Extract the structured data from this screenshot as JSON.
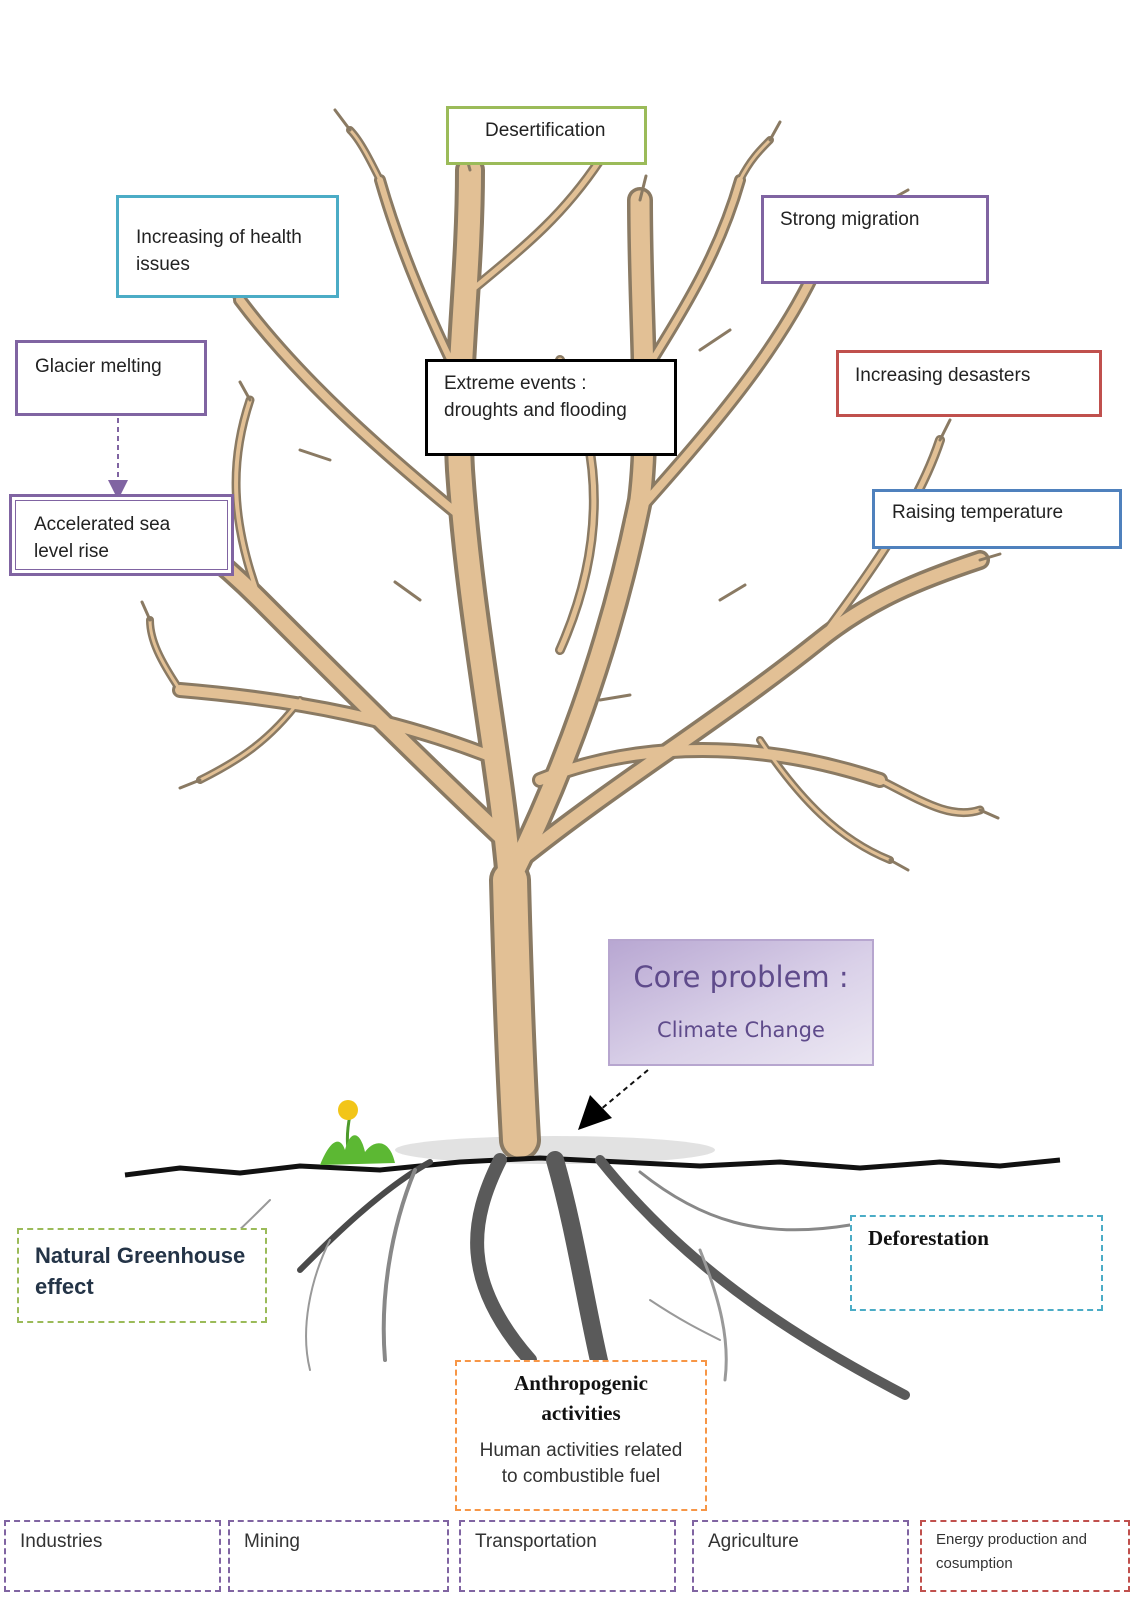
{
  "colors": {
    "green": "#9bbb59",
    "aqua": "#4bacc6",
    "purple": "#8064a2",
    "red": "#c0504d",
    "blue": "#4f81bd",
    "orange": "#f79646",
    "black": "#000000",
    "trunk": "#e2c095",
    "branch_outline": "#8a7a63",
    "root": "#555555"
  },
  "effects": {
    "desertification": "Desertification",
    "health": [
      "Increasing of health",
      "issues"
    ],
    "migration": "Strong migration",
    "glacier": "Glacier melting",
    "extreme": [
      "Extreme events :",
      "droughts and flooding"
    ],
    "disasters": "Increasing desasters",
    "temperature": "Raising temperature",
    "sea_level": [
      "Accelerated sea",
      "level rise"
    ]
  },
  "core_problem": {
    "title": "Core problem :",
    "subtitle": "Climate Change"
  },
  "causes": {
    "natural": [
      "Natural Greenhouse",
      "effect"
    ],
    "deforestation": "Deforestation",
    "anthropogenic": {
      "title": [
        "Anthropogenic",
        "activities"
      ],
      "subtitle": [
        "Human activities related",
        "to combustible fuel"
      ]
    },
    "sectors": {
      "industries": "Industries",
      "mining": "Mining",
      "transportation": "Transportation",
      "agriculture": "Agriculture",
      "energy": [
        "Energy production and",
        "cosumption"
      ]
    }
  },
  "icons": {
    "tree": "bare-tree-illustration",
    "plant": "dandelion-plant-icon",
    "pointer": "black-arrow-icon"
  }
}
